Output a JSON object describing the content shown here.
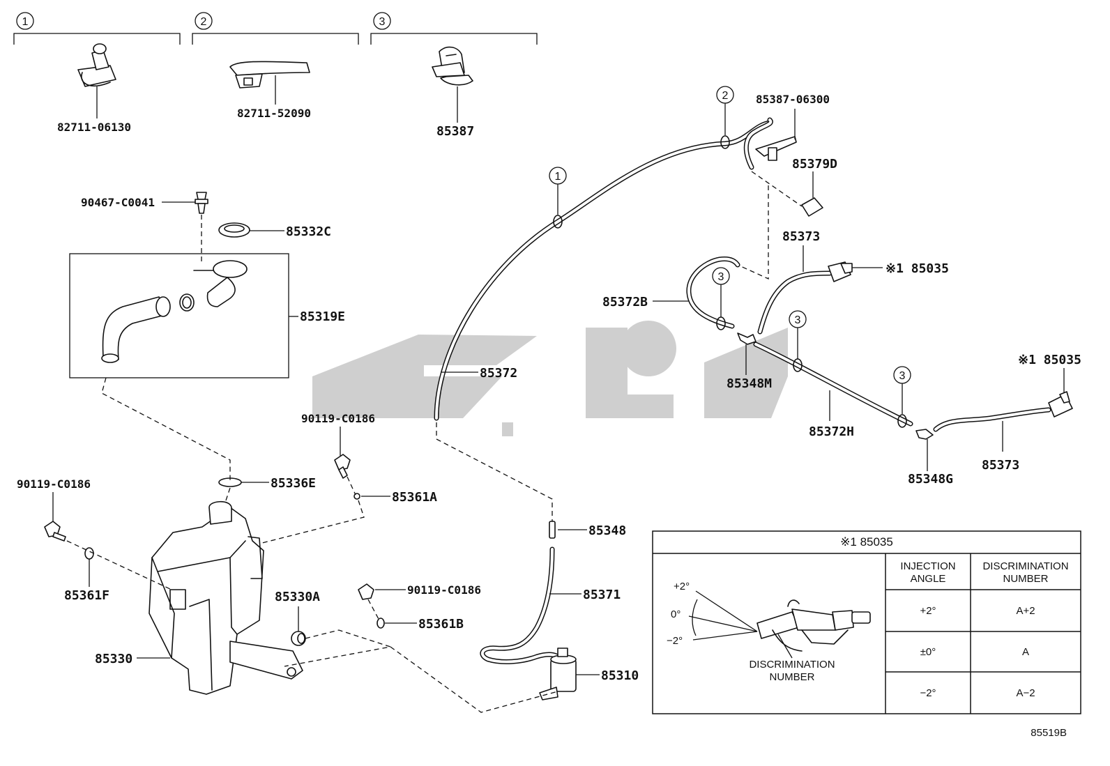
{
  "groups": [
    {
      "number": "1",
      "part": "82711-06130"
    },
    {
      "number": "2",
      "part": "82711-52090"
    },
    {
      "number": "3",
      "part": "85387"
    }
  ],
  "labels": {
    "p85387_06300": "85387-06300",
    "p85379D": "85379D",
    "p90467": "90467-C0041",
    "p85332C": "85332C",
    "p85373_top": "85373",
    "p85035_top": "※1 85035",
    "p85319E": "85319E",
    "p85372B": "85372B",
    "p85372": "85372",
    "p85348M": "85348M",
    "p85035_right": "※1 85035",
    "p90119_top": "90119-C0186",
    "p85372H": "85372H",
    "p85348G": "85348G",
    "p85373_right": "85373",
    "p90119_left": "90119-C0186",
    "p85336E": "85336E",
    "p85361A": "85361A",
    "p85348": "85348",
    "p85361F": "85361F",
    "p85330A": "85330A",
    "p90119_mid": "90119-C0186",
    "p85371": "85371",
    "p85361B": "85361B",
    "p85330": "85330",
    "p85310": "85310"
  },
  "clamp_markers": {
    "c1": "1",
    "c2": "2",
    "c3a": "3",
    "c3b": "3",
    "c3c": "3"
  },
  "table": {
    "title": "※1 85035",
    "col_injection": [
      "INJECTION",
      "ANGLE"
    ],
    "col_discrimination": [
      "DISCRIMINATION",
      "NUMBER"
    ],
    "rows": [
      {
        "angle": "+2°",
        "number": "A+2"
      },
      {
        "angle": "±0°",
        "number": "A"
      },
      {
        "angle": "−2°",
        "number": "A−2"
      }
    ],
    "angle_plus": "+2°",
    "angle_zero": "0°",
    "angle_minus": "−2°",
    "nozzle_caption": [
      "DISCRIMINATION",
      "NUMBER"
    ]
  },
  "diagram_code": "85519B"
}
